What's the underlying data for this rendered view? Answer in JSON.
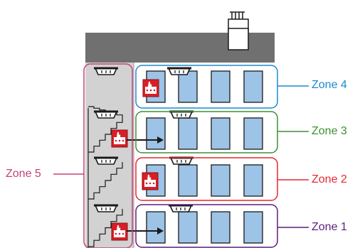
{
  "colors": {
    "zone_1": "#5b1f7a",
    "zone_2": "#e5282e",
    "zone_3": "#3d8f34",
    "zone_4": "#1b8ad0",
    "zone_5": "#c5417a",
    "roof": "#707070",
    "stairwell": "#d2d2d2",
    "window": "#9dc3e6",
    "call_point": "#d81f26",
    "outline": "#1a1a1a"
  },
  "zones": [
    {
      "label": "Zone 4",
      "color_key": "zone_4"
    },
    {
      "label": "Zone 3",
      "color_key": "zone_3"
    },
    {
      "label": "Zone 2",
      "color_key": "zone_2"
    },
    {
      "label": "Zone 1",
      "color_key": "zone_1"
    },
    {
      "label": "Zone 5",
      "color_key": "zone_5"
    }
  ],
  "icons": {
    "smoke_detector": "smoke-detector-icon",
    "manual_call_point": "manual-call-point-icon",
    "chimney": "chimney-icon",
    "window": "window-icon"
  }
}
